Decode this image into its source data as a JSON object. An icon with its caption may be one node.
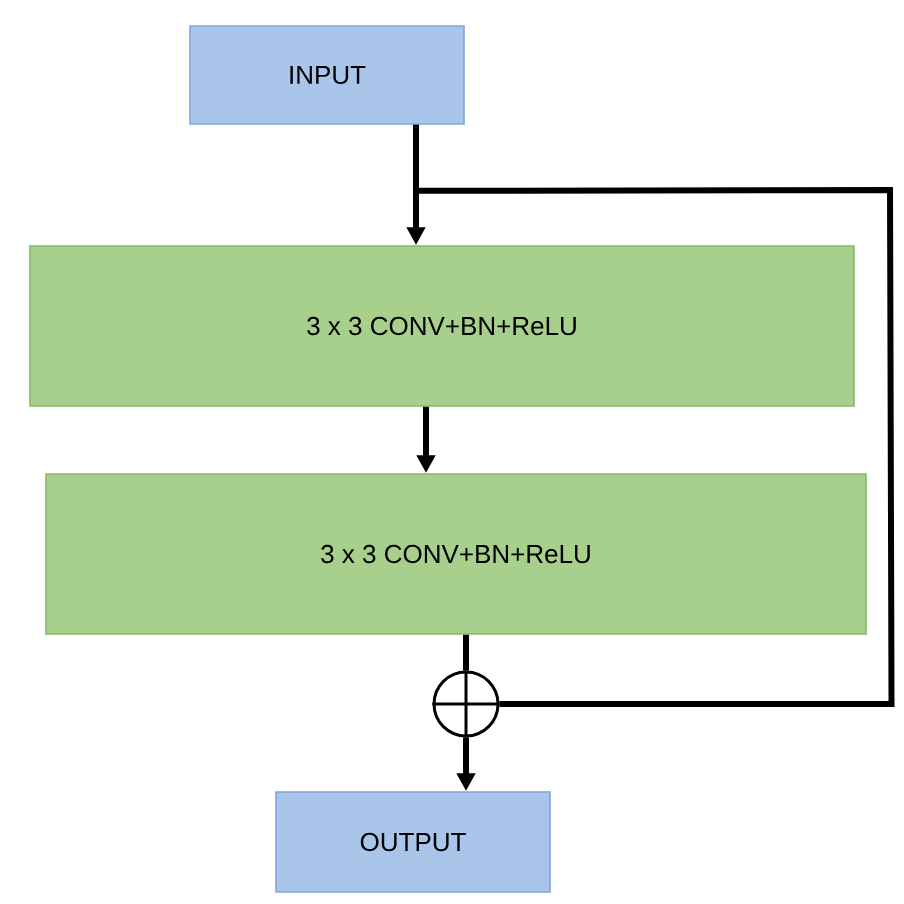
{
  "diagram": {
    "nodes": [
      {
        "text": [
          "INPUT"
        ]
      },
      {
        "text": [
          "3 x 3 CONV+BN+ReLU"
        ]
      },
      {
        "text": [
          "3 x 3 CONV+BN+ReLU"
        ]
      },
      {
        "text": [],
        "shape": "circle"
      },
      {
        "text": [
          "OUTPUT"
        ]
      }
    ],
    "edges": [
      {
        "from": 0,
        "to": 1,
        "arrow": "to"
      },
      {
        "from": 1,
        "to": 2,
        "arrow": "to"
      },
      {
        "from": 2,
        "to": 3,
        "arrow": "none"
      },
      {
        "from": 3,
        "to": 4,
        "arrow": "to"
      },
      {
        "from": 0,
        "to": 3,
        "arrow": "none"
      }
    ]
  }
}
